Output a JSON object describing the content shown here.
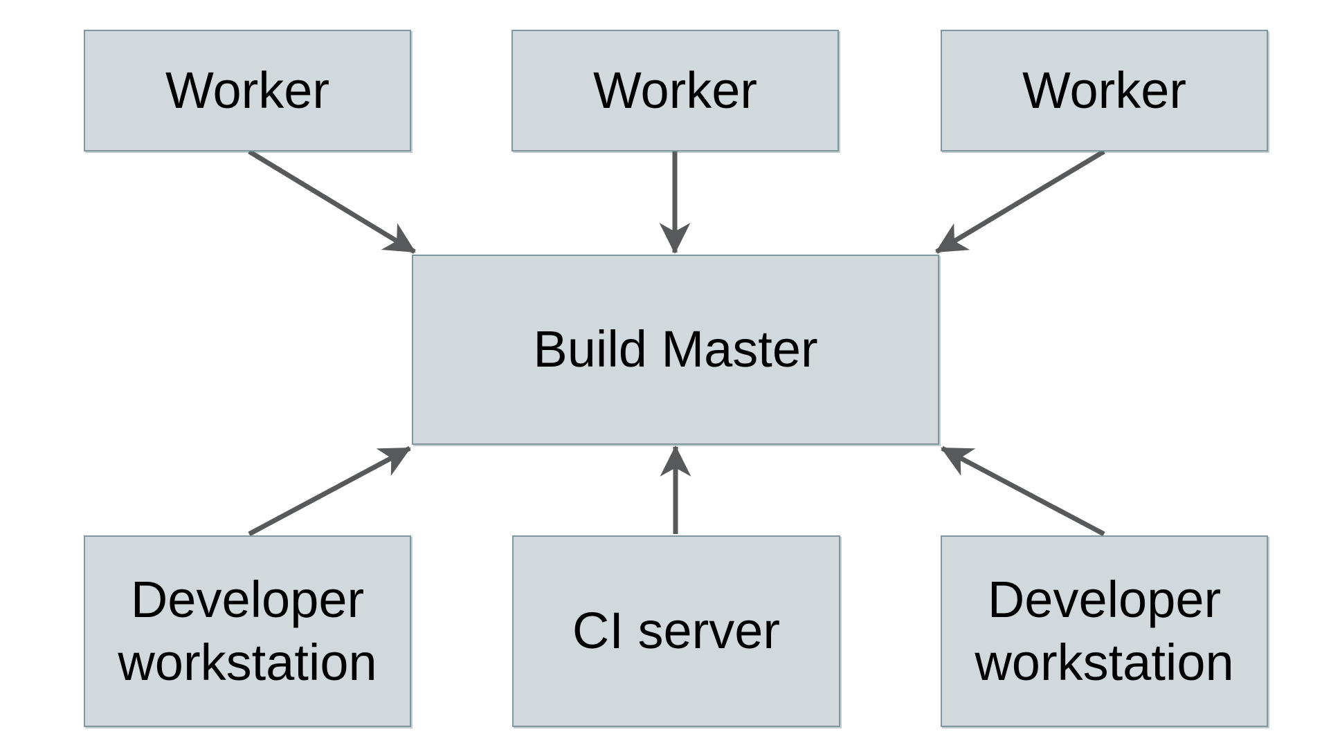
{
  "diagram": {
    "type": "node-edge-diagram",
    "background_color": "#ffffff",
    "node_fill_color": "#d1d9dc",
    "node_border_color": "#7e97a1",
    "arrow_color": "#58595b",
    "label_color": "#000000",
    "nodes": {
      "worker_left": {
        "label": "Worker"
      },
      "worker_middle": {
        "label": "Worker"
      },
      "worker_right": {
        "label": "Worker"
      },
      "build_master": {
        "label": "Build Master"
      },
      "developer_workstation_left": {
        "label": "Developer workstation"
      },
      "ci_server": {
        "label": "CI server"
      },
      "developer_workstation_right": {
        "label": "Developer workstation"
      }
    },
    "edges": [
      {
        "from": "worker_left",
        "to": "build_master",
        "direction": "into-build-master"
      },
      {
        "from": "worker_middle",
        "to": "build_master",
        "direction": "into-build-master"
      },
      {
        "from": "worker_right",
        "to": "build_master",
        "direction": "into-build-master"
      },
      {
        "from": "developer_workstation_left",
        "to": "build_master",
        "direction": "into-build-master"
      },
      {
        "from": "ci_server",
        "to": "build_master",
        "direction": "into-build-master"
      },
      {
        "from": "developer_workstation_right",
        "to": "build_master",
        "direction": "into-build-master"
      }
    ]
  }
}
